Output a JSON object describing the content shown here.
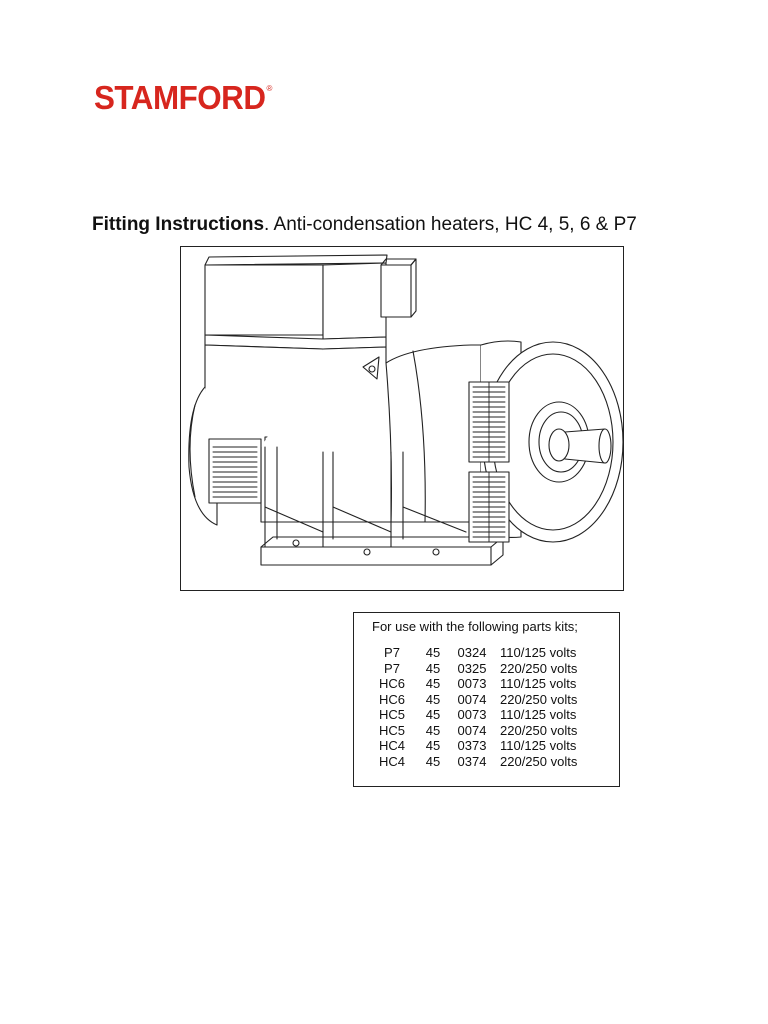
{
  "brand": {
    "logo_text": "STAMFORD",
    "registered_mark": "®",
    "color": "#d7261e"
  },
  "heading": {
    "bold_part": "Fitting Instructions",
    "rest": ". Anti-condensation heaters,  HC 4, 5, 6 & P7"
  },
  "figure": {
    "icon": "alternator-generator-drawing"
  },
  "kits": {
    "intro": "For use with the following parts kits;",
    "rows": [
      {
        "model": "P7",
        "a": "45",
        "b": "0324",
        "volts": "110/125 volts"
      },
      {
        "model": "P7",
        "a": "45",
        "b": "0325",
        "volts": "220/250 volts"
      },
      {
        "model": "HC6",
        "a": "45",
        "b": "0073",
        "volts": "110/125 volts"
      },
      {
        "model": "HC6",
        "a": "45",
        "b": "0074",
        "volts": "220/250 volts"
      },
      {
        "model": "HC5",
        "a": "45",
        "b": "0073",
        "volts": "110/125 volts"
      },
      {
        "model": "HC5",
        "a": "45",
        "b": "0074",
        "volts": "220/250 volts"
      },
      {
        "model": "HC4",
        "a": "45",
        "b": "0373",
        "volts": "110/125 volts"
      },
      {
        "model": "HC4",
        "a": "45",
        "b": "0374",
        "volts": "220/250 volts"
      }
    ]
  }
}
